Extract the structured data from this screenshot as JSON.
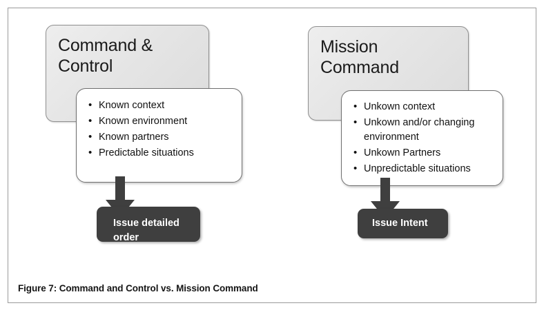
{
  "figure": {
    "caption": "Figure 7: Command and Control vs. Mission Command",
    "colors": {
      "header_box_fill": "#e6e6e6",
      "header_box_border": "#8e8e8e",
      "bullet_box_fill": "#ffffff",
      "bullet_box_border": "#6f6f6f",
      "result_box_fill": "#3f3f3f",
      "result_box_text": "#ffffff",
      "arrow_fill": "#3f3f3f",
      "frame_border": "#9a9a9a",
      "page_background": "#ffffff"
    }
  },
  "left_column": {
    "header": "Command &\nControl",
    "bullets": [
      "Known context",
      "Known environment",
      "Known partners",
      "Predictable situations"
    ],
    "arrow": "down-arrow-icon",
    "result": "Issue detailed\norder"
  },
  "right_column": {
    "header": "Mission\nCommand",
    "bullets": [
      "Unkown context",
      "Unkown and/or changing environment",
      "Unkown Partners",
      "Unpredictable situations"
    ],
    "arrow": "down-arrow-icon",
    "result": "Issue Intent"
  }
}
